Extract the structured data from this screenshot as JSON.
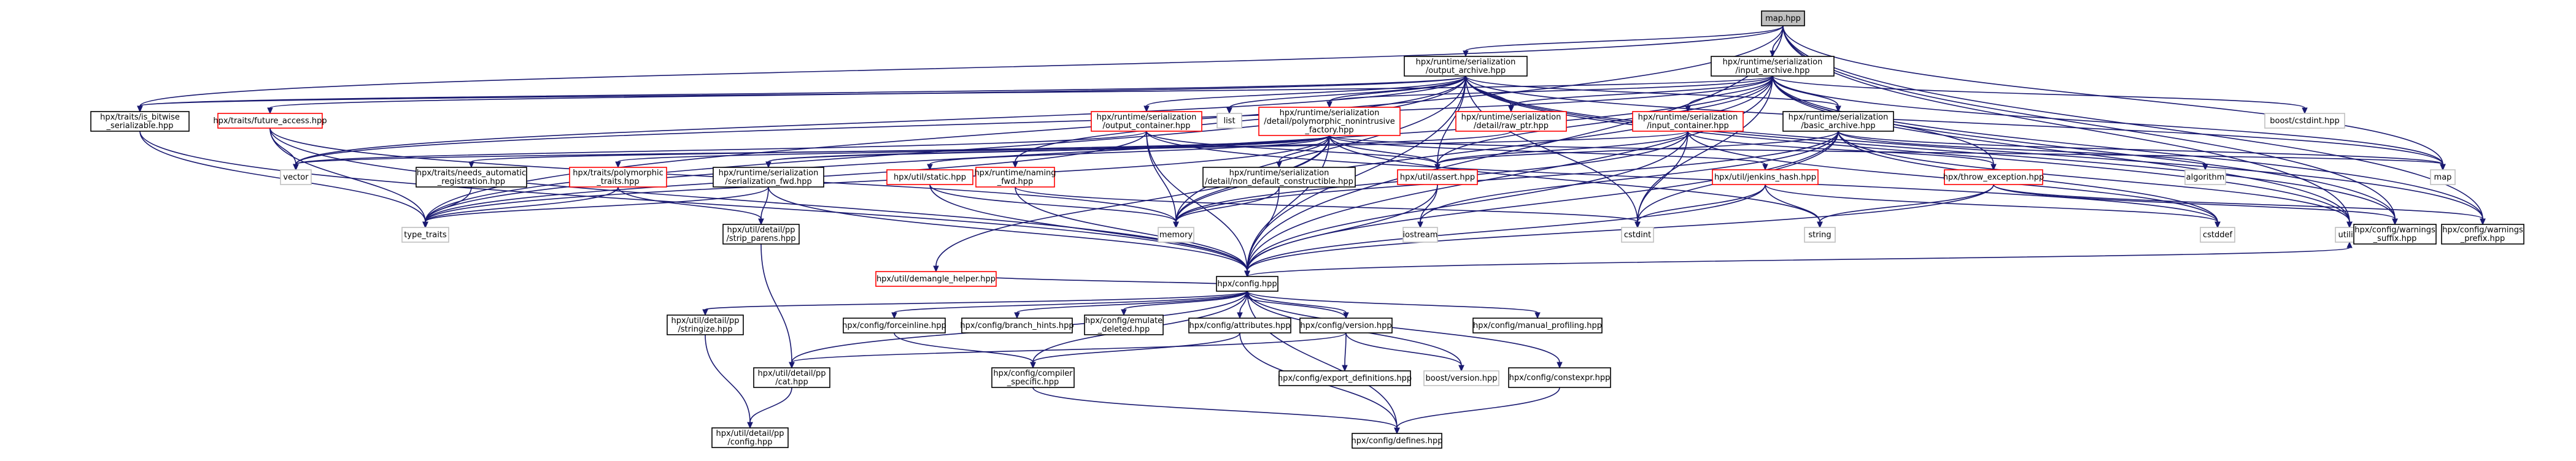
{
  "graph_title": "map.hpp",
  "colors": {
    "edge": "#191970",
    "box_border_black": "#000000",
    "box_border_red": "#ff0000",
    "box_border_gray": "#bfbfbf",
    "root_fill": "#bfbfbf",
    "box_fill": "#ffffff"
  },
  "nodes": [
    {
      "id": "root",
      "lines": [
        "map.hpp"
      ],
      "style": "root"
    },
    {
      "id": "output_archive",
      "lines": [
        "hpx/runtime/serialization",
        "/output_archive.hpp"
      ],
      "style": "black"
    },
    {
      "id": "input_archive",
      "lines": [
        "hpx/runtime/serialization",
        "/input_archive.hpp"
      ],
      "style": "black"
    },
    {
      "id": "is_bitwise",
      "lines": [
        "hpx/traits/is_bitwise",
        "_serializable.hpp"
      ],
      "style": "black"
    },
    {
      "id": "future_access",
      "lines": [
        "hpx/traits/future_access.hpp"
      ],
      "style": "red"
    },
    {
      "id": "output_container",
      "lines": [
        "hpx/runtime/serialization",
        "/output_container.hpp"
      ],
      "style": "red"
    },
    {
      "id": "list",
      "lines": [
        "list"
      ],
      "style": "gray"
    },
    {
      "id": "poly_nonintrusive",
      "lines": [
        "hpx/runtime/serialization",
        "/detail/polymorphic_nonintrusive",
        "_factory.hpp"
      ],
      "style": "red"
    },
    {
      "id": "raw_ptr",
      "lines": [
        "hpx/runtime/serialization",
        "/detail/raw_ptr.hpp"
      ],
      "style": "red"
    },
    {
      "id": "input_container",
      "lines": [
        "hpx/runtime/serialization",
        "/input_container.hpp"
      ],
      "style": "red"
    },
    {
      "id": "basic_archive",
      "lines": [
        "hpx/runtime/serialization",
        "/basic_archive.hpp"
      ],
      "style": "black"
    },
    {
      "id": "boost_cstdint",
      "lines": [
        "boost/cstdint.hpp"
      ],
      "style": "gray"
    },
    {
      "id": "vector",
      "lines": [
        "vector"
      ],
      "style": "gray"
    },
    {
      "id": "needs_automatic",
      "lines": [
        "hpx/traits/needs_automatic",
        "_registration.hpp"
      ],
      "style": "black"
    },
    {
      "id": "polymorphic_traits",
      "lines": [
        "hpx/traits/polymorphic",
        "_traits.hpp"
      ],
      "style": "red"
    },
    {
      "id": "serialization_fwd",
      "lines": [
        "hpx/runtime/serialization",
        "/serialization_fwd.hpp"
      ],
      "style": "black"
    },
    {
      "id": "static_hpp",
      "lines": [
        "hpx/util/static.hpp"
      ],
      "style": "red"
    },
    {
      "id": "naming_fwd",
      "lines": [
        "hpx/runtime/naming",
        "_fwd.hpp"
      ],
      "style": "red"
    },
    {
      "id": "non_default",
      "lines": [
        "hpx/runtime/serialization",
        "/detail/non_default_constructible.hpp"
      ],
      "style": "black"
    },
    {
      "id": "assert_hpp",
      "lines": [
        "hpx/util/assert.hpp"
      ],
      "style": "red"
    },
    {
      "id": "jenkins",
      "lines": [
        "hpx/util/jenkins_hash.hpp"
      ],
      "style": "red"
    },
    {
      "id": "throw_exception",
      "lines": [
        "hpx/throw_exception.hpp"
      ],
      "style": "red"
    },
    {
      "id": "algorithm",
      "lines": [
        "algorithm"
      ],
      "style": "gray"
    },
    {
      "id": "map_std",
      "lines": [
        "map"
      ],
      "style": "gray"
    },
    {
      "id": "type_traits",
      "lines": [
        "type_traits"
      ],
      "style": "gray"
    },
    {
      "id": "strip_parens",
      "lines": [
        "hpx/util/detail/pp",
        "/strip_parens.hpp"
      ],
      "style": "black"
    },
    {
      "id": "memory",
      "lines": [
        "memory"
      ],
      "style": "gray"
    },
    {
      "id": "iostream",
      "lines": [
        "iostream"
      ],
      "style": "gray"
    },
    {
      "id": "cstdint",
      "lines": [
        "cstdint"
      ],
      "style": "gray"
    },
    {
      "id": "string",
      "lines": [
        "string"
      ],
      "style": "gray"
    },
    {
      "id": "cstddef",
      "lines": [
        "cstddef"
      ],
      "style": "gray"
    },
    {
      "id": "utility",
      "lines": [
        "utility"
      ],
      "style": "gray"
    },
    {
      "id": "warnings_suffix",
      "lines": [
        "hpx/config/warnings",
        "_suffix.hpp"
      ],
      "style": "black"
    },
    {
      "id": "warnings_prefix",
      "lines": [
        "hpx/config/warnings",
        "_prefix.hpp"
      ],
      "style": "black"
    },
    {
      "id": "demangle",
      "lines": [
        "hpx/util/demangle_helper.hpp"
      ],
      "style": "red"
    },
    {
      "id": "config",
      "lines": [
        "hpx/config.hpp"
      ],
      "style": "black"
    },
    {
      "id": "stringize",
      "lines": [
        "hpx/util/detail/pp",
        "/stringize.hpp"
      ],
      "style": "black"
    },
    {
      "id": "forceinline",
      "lines": [
        "hpx/config/forceinline.hpp"
      ],
      "style": "black"
    },
    {
      "id": "branch_hints",
      "lines": [
        "hpx/config/branch_hints.hpp"
      ],
      "style": "black"
    },
    {
      "id": "emulate_deleted",
      "lines": [
        "hpx/config/emulate",
        "_deleted.hpp"
      ],
      "style": "black"
    },
    {
      "id": "attributes",
      "lines": [
        "hpx/config/attributes.hpp"
      ],
      "style": "black"
    },
    {
      "id": "version_hpp",
      "lines": [
        "hpx/config/version.hpp"
      ],
      "style": "black"
    },
    {
      "id": "manual_profiling",
      "lines": [
        "hpx/config/manual_profiling.hpp"
      ],
      "style": "black"
    },
    {
      "id": "cat_hpp",
      "lines": [
        "hpx/util/detail/pp",
        "/cat.hpp"
      ],
      "style": "black"
    },
    {
      "id": "compiler_specific",
      "lines": [
        "hpx/config/compiler",
        "_specific.hpp"
      ],
      "style": "black"
    },
    {
      "id": "export_definitions",
      "lines": [
        "hpx/config/export_definitions.hpp"
      ],
      "style": "black"
    },
    {
      "id": "boost_version",
      "lines": [
        "boost/version.hpp"
      ],
      "style": "gray"
    },
    {
      "id": "constexpr_hpp",
      "lines": [
        "hpx/config/constexpr.hpp"
      ],
      "style": "black"
    },
    {
      "id": "pp_config",
      "lines": [
        "hpx/util/detail/pp",
        "/config.hpp"
      ],
      "style": "black"
    },
    {
      "id": "defines",
      "lines": [
        "hpx/config/defines.hpp"
      ],
      "style": "black"
    }
  ],
  "edges": [
    [
      "root",
      "output_archive"
    ],
    [
      "root",
      "input_archive"
    ],
    [
      "root",
      "is_bitwise"
    ],
    [
      "root",
      "type_traits"
    ],
    [
      "root",
      "map_std"
    ],
    [
      "root",
      "utility"
    ],
    [
      "root",
      "warnings_suffix"
    ],
    [
      "root",
      "warnings_prefix"
    ],
    [
      "root",
      "config"
    ],
    [
      "output_archive",
      "is_bitwise"
    ],
    [
      "output_archive",
      "future_access"
    ],
    [
      "output_archive",
      "output_container"
    ],
    [
      "output_archive",
      "list"
    ],
    [
      "output_archive",
      "poly_nonintrusive"
    ],
    [
      "output_archive",
      "raw_ptr"
    ],
    [
      "output_archive",
      "basic_archive"
    ],
    [
      "output_archive",
      "vector"
    ],
    [
      "output_archive",
      "type_traits"
    ],
    [
      "output_archive",
      "assert_hpp"
    ],
    [
      "output_archive",
      "cstdint"
    ],
    [
      "output_archive",
      "memory"
    ],
    [
      "output_archive",
      "naming_fwd"
    ],
    [
      "output_archive",
      "map_std"
    ],
    [
      "output_archive",
      "utility"
    ],
    [
      "output_archive",
      "warnings_suffix"
    ],
    [
      "output_archive",
      "warnings_prefix"
    ],
    [
      "output_archive",
      "config"
    ],
    [
      "input_archive",
      "is_bitwise"
    ],
    [
      "input_archive",
      "input_container"
    ],
    [
      "input_archive",
      "raw_ptr"
    ],
    [
      "input_archive",
      "basic_archive"
    ],
    [
      "input_archive",
      "poly_nonintrusive"
    ],
    [
      "input_archive",
      "boost_cstdint"
    ],
    [
      "input_archive",
      "vector"
    ],
    [
      "input_archive",
      "type_traits"
    ],
    [
      "input_archive",
      "assert_hpp"
    ],
    [
      "input_archive",
      "cstdint"
    ],
    [
      "input_archive",
      "memory"
    ],
    [
      "input_archive",
      "map_std"
    ],
    [
      "input_archive",
      "utility"
    ],
    [
      "input_archive",
      "throw_exception"
    ],
    [
      "input_archive",
      "warnings_suffix"
    ],
    [
      "input_archive",
      "warnings_prefix"
    ],
    [
      "input_archive",
      "config"
    ],
    [
      "is_bitwise",
      "type_traits"
    ],
    [
      "is_bitwise",
      "config"
    ],
    [
      "future_access",
      "vector"
    ],
    [
      "future_access",
      "type_traits"
    ],
    [
      "future_access",
      "memory"
    ],
    [
      "future_access",
      "config"
    ],
    [
      "output_container",
      "vector"
    ],
    [
      "output_container",
      "memory"
    ],
    [
      "output_container",
      "assert_hpp"
    ],
    [
      "output_container",
      "cstddef"
    ],
    [
      "output_container",
      "type_traits"
    ],
    [
      "output_container",
      "config"
    ],
    [
      "poly_nonintrusive",
      "needs_automatic"
    ],
    [
      "poly_nonintrusive",
      "polymorphic_traits"
    ],
    [
      "poly_nonintrusive",
      "serialization_fwd"
    ],
    [
      "poly_nonintrusive",
      "static_hpp"
    ],
    [
      "poly_nonintrusive",
      "non_default"
    ],
    [
      "poly_nonintrusive",
      "assert_hpp"
    ],
    [
      "poly_nonintrusive",
      "jenkins"
    ],
    [
      "poly_nonintrusive",
      "demangle"
    ],
    [
      "poly_nonintrusive",
      "string"
    ],
    [
      "poly_nonintrusive",
      "memory"
    ],
    [
      "poly_nonintrusive",
      "map_std"
    ],
    [
      "poly_nonintrusive",
      "type_traits"
    ],
    [
      "poly_nonintrusive",
      "config"
    ],
    [
      "raw_ptr",
      "serialization_fwd"
    ],
    [
      "input_container",
      "vector"
    ],
    [
      "input_container",
      "memory"
    ],
    [
      "input_container",
      "assert_hpp"
    ],
    [
      "input_container",
      "cstddef"
    ],
    [
      "input_container",
      "cstdint"
    ],
    [
      "input_container",
      "throw_exception"
    ],
    [
      "input_container",
      "config"
    ],
    [
      "basic_archive",
      "algorithm"
    ],
    [
      "basic_archive",
      "map_std"
    ],
    [
      "basic_archive",
      "assert_hpp"
    ],
    [
      "basic_archive",
      "cstddef"
    ],
    [
      "basic_archive",
      "cstdint"
    ],
    [
      "basic_archive",
      "utility"
    ],
    [
      "basic_archive",
      "memory"
    ],
    [
      "basic_archive",
      "iostream"
    ],
    [
      "basic_archive",
      "config"
    ],
    [
      "needs_automatic",
      "type_traits"
    ],
    [
      "polymorphic_traits",
      "type_traits"
    ],
    [
      "polymorphic_traits",
      "strip_parens"
    ],
    [
      "serialization_fwd",
      "type_traits"
    ],
    [
      "serialization_fwd",
      "strip_parens"
    ],
    [
      "serialization_fwd",
      "config"
    ],
    [
      "static_hpp",
      "memory"
    ],
    [
      "static_hpp",
      "config"
    ],
    [
      "naming_fwd",
      "cstdint"
    ],
    [
      "naming_fwd",
      "config"
    ],
    [
      "non_default",
      "memory"
    ],
    [
      "non_default",
      "config"
    ],
    [
      "assert_hpp",
      "iostream"
    ],
    [
      "assert_hpp",
      "config"
    ],
    [
      "jenkins",
      "cstdint"
    ],
    [
      "jenkins",
      "string"
    ],
    [
      "jenkins",
      "cstddef"
    ],
    [
      "jenkins",
      "config"
    ],
    [
      "throw_exception",
      "string"
    ],
    [
      "throw_exception",
      "config"
    ],
    [
      "throw_exception",
      "warnings_suffix"
    ],
    [
      "throw_exception",
      "warnings_prefix"
    ],
    [
      "demangle",
      "config"
    ],
    [
      "strip_parens",
      "cat_hpp"
    ],
    [
      "config",
      "stringize"
    ],
    [
      "config",
      "forceinline"
    ],
    [
      "config",
      "branch_hints"
    ],
    [
      "config",
      "emulate_deleted"
    ],
    [
      "config",
      "attributes"
    ],
    [
      "config",
      "version_hpp"
    ],
    [
      "config",
      "manual_profiling"
    ],
    [
      "config",
      "cat_hpp"
    ],
    [
      "config",
      "compiler_specific"
    ],
    [
      "config",
      "boost_version"
    ],
    [
      "config",
      "constexpr_hpp"
    ],
    [
      "config",
      "defines"
    ],
    [
      "config",
      "utility"
    ],
    [
      "stringize",
      "pp_config"
    ],
    [
      "cat_hpp",
      "pp_config"
    ],
    [
      "forceinline",
      "compiler_specific"
    ],
    [
      "attributes",
      "defines"
    ],
    [
      "attributes",
      "compiler_specific"
    ],
    [
      "version_hpp",
      "export_definitions"
    ],
    [
      "version_hpp",
      "boost_version"
    ],
    [
      "version_hpp",
      "cat_hpp"
    ],
    [
      "version_hpp",
      "config"
    ],
    [
      "compiler_specific",
      "defines"
    ],
    [
      "constexpr_hpp",
      "defines"
    ]
  ]
}
